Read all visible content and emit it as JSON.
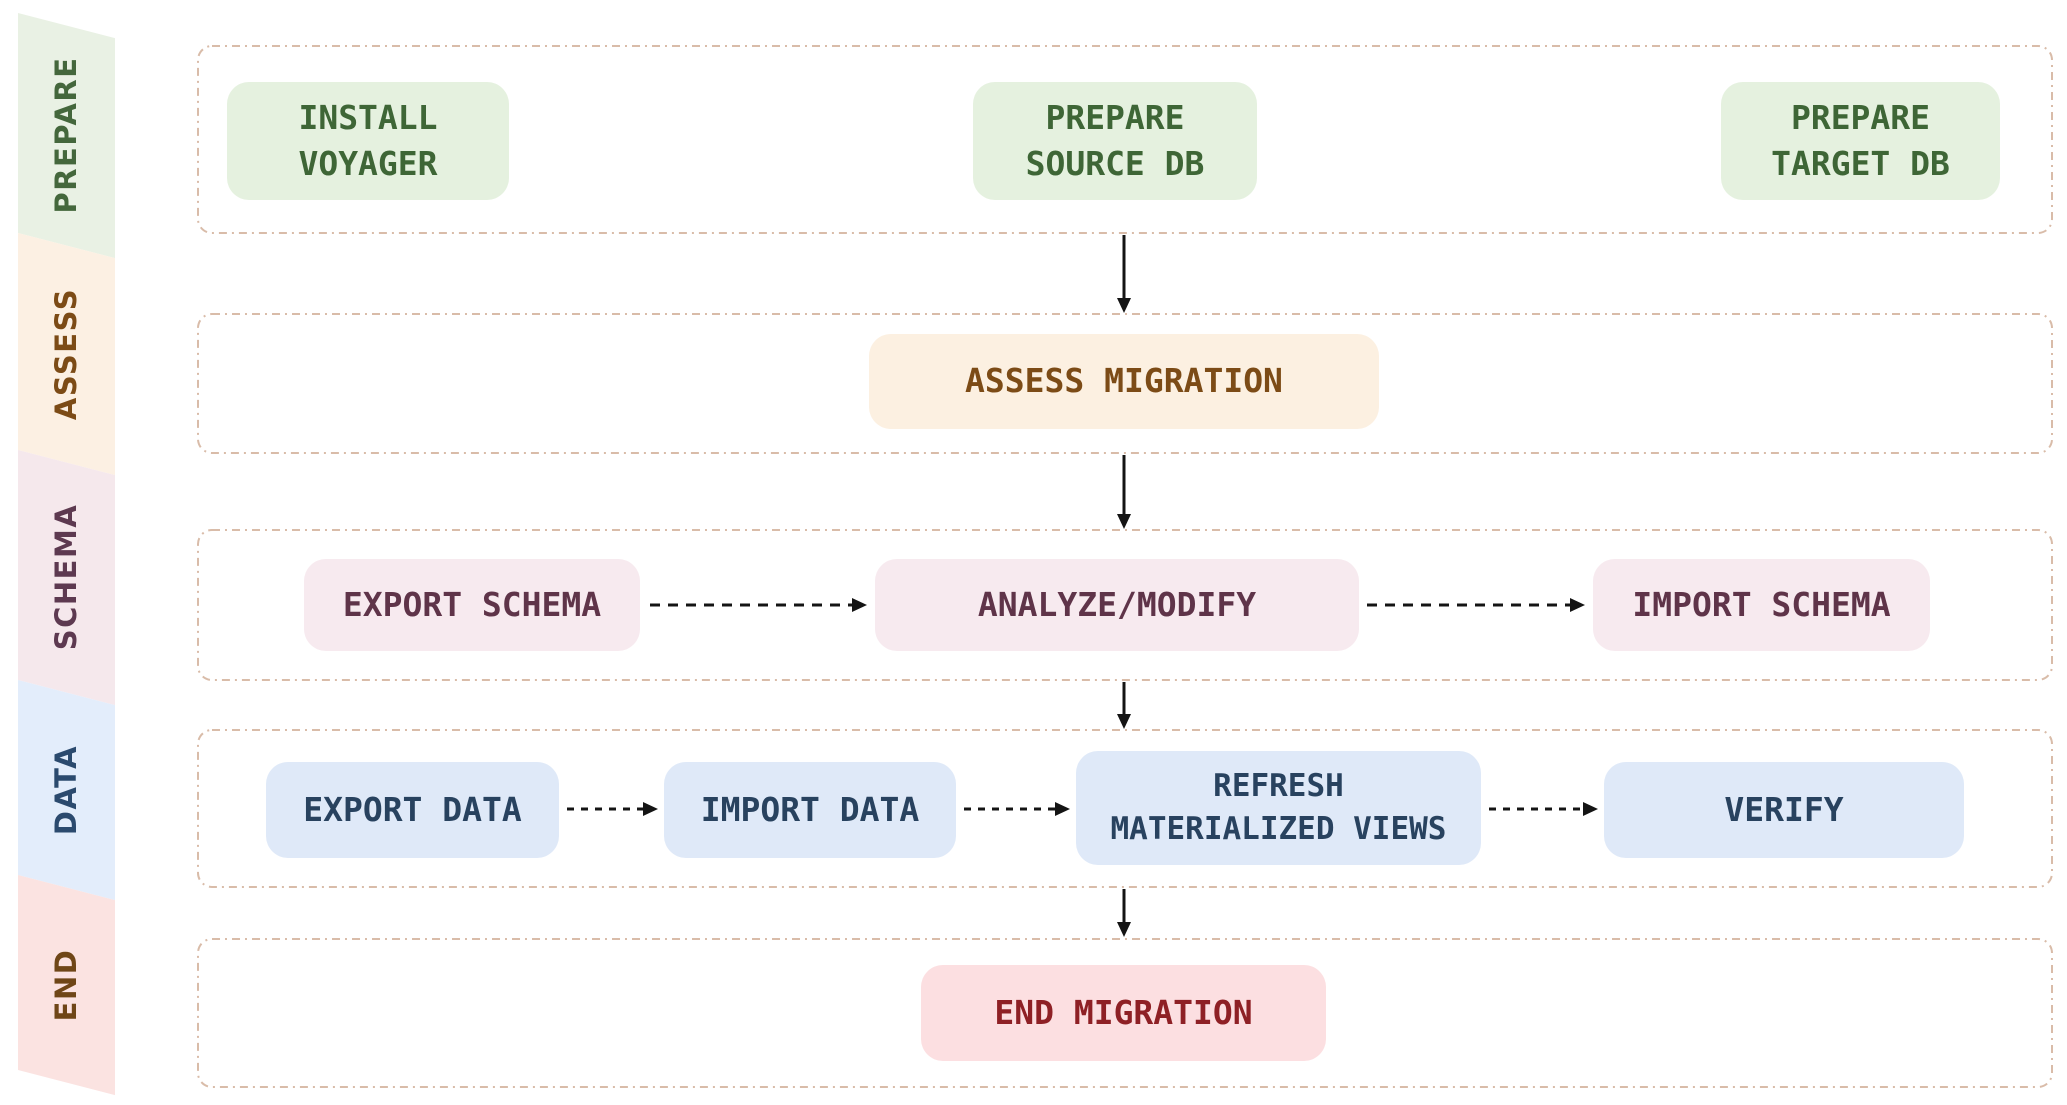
{
  "diagram": {
    "page_bg": "#ffffff",
    "lane_border_color": "#d9bca9",
    "connector_color": "#141414",
    "lanes": [
      {
        "id": "prepare",
        "label": "PREPARE",
        "colors": {
          "band_bg": "#e9f1e4",
          "band_text": "#44673c",
          "node_bg": "#e5f1df",
          "node_text": "#3e6636"
        },
        "nodes": [
          {
            "id": "install-voyager",
            "label": "INSTALL\nVOYAGER"
          },
          {
            "id": "prepare-source-db",
            "label": "PREPARE\nSOURCE DB"
          },
          {
            "id": "prepare-target-db",
            "label": "PREPARE\nTARGET DB"
          }
        ]
      },
      {
        "id": "assess",
        "label": "ASSESS",
        "colors": {
          "band_bg": "#fcf0e3",
          "band_text": "#7c4b16",
          "node_bg": "#fcf0e1",
          "node_text": "#7c4b16"
        },
        "nodes": [
          {
            "id": "assess-migration",
            "label": "ASSESS MIGRATION"
          }
        ]
      },
      {
        "id": "schema",
        "label": "SCHEMA",
        "colors": {
          "band_bg": "#f5e8ec",
          "band_text": "#5d3950",
          "node_bg": "#f7eaef",
          "node_text": "#5f3449"
        },
        "nodes": [
          {
            "id": "export-schema",
            "label": "EXPORT SCHEMA"
          },
          {
            "id": "analyze-modify",
            "label": "ANALYZE/MODIFY"
          },
          {
            "id": "import-schema",
            "label": "IMPORT SCHEMA"
          }
        ]
      },
      {
        "id": "data",
        "label": "DATA",
        "colors": {
          "band_bg": "#e3edfb",
          "band_text": "#2b4a6e",
          "node_bg": "#dfe9f8",
          "node_text": "#28425f"
        },
        "nodes": [
          {
            "id": "export-data",
            "label": "EXPORT DATA"
          },
          {
            "id": "import-data",
            "label": "IMPORT DATA"
          },
          {
            "id": "refresh-materialized-views",
            "label": "REFRESH\nMATERIALIZED VIEWS"
          },
          {
            "id": "verify",
            "label": "VERIFY"
          }
        ]
      },
      {
        "id": "end",
        "label": "END",
        "colors": {
          "band_bg": "#fbe3e1",
          "band_text": "#6f4617",
          "node_bg": "#fcdfe1",
          "node_text": "#8e2025"
        },
        "nodes": [
          {
            "id": "end-migration",
            "label": "END MIGRATION"
          }
        ]
      }
    ]
  }
}
